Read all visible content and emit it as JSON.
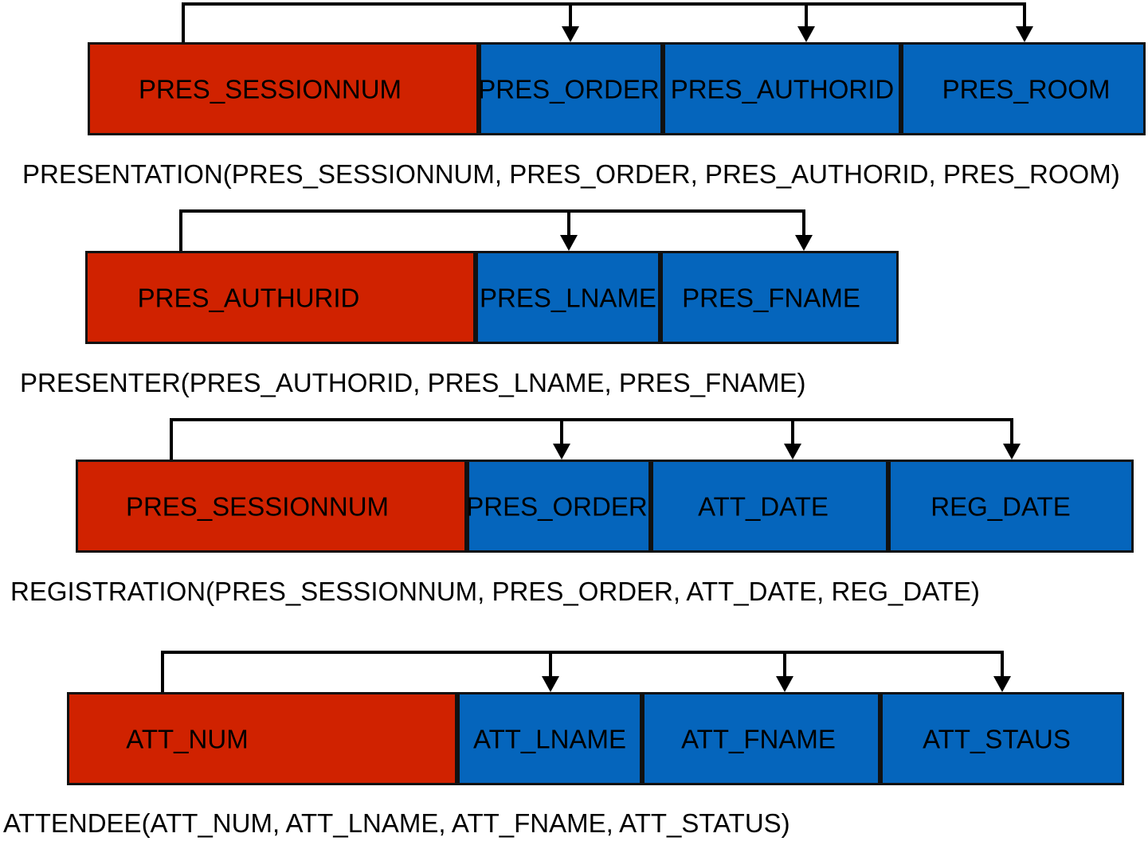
{
  "colors": {
    "key": "#D02200",
    "attribute": "#0565BC",
    "border": "#111111",
    "line": "#000000"
  },
  "relations": [
    {
      "name": "presentation",
      "cells": [
        {
          "label": "PRES_SESSIONNUM",
          "role": "key"
        },
        {
          "label": "PRES_ORDER",
          "role": "attribute"
        },
        {
          "label": "PRES_AUTHORID",
          "role": "attribute"
        },
        {
          "label": "PRES_ROOM",
          "role": "attribute"
        }
      ],
      "caption": "PRESENTATION(PRES_SESSIONNUM, PRES_ORDER, PRES_AUTHORID, PRES_ROOM)"
    },
    {
      "name": "presenter",
      "cells": [
        {
          "label": "PRES_AUTHURID",
          "role": "key"
        },
        {
          "label": "PRES_LNAME",
          "role": "attribute"
        },
        {
          "label": "PRES_FNAME",
          "role": "attribute"
        }
      ],
      "caption": "PRESENTER(PRES_AUTHORID, PRES_LNAME, PRES_FNAME)"
    },
    {
      "name": "registration",
      "cells": [
        {
          "label": "PRES_SESSIONNUM",
          "role": "key"
        },
        {
          "label": "PRES_ORDER",
          "role": "attribute"
        },
        {
          "label": "ATT_DATE",
          "role": "attribute"
        },
        {
          "label": "REG_DATE",
          "role": "attribute"
        }
      ],
      "caption": "REGISTRATION(PRES_SESSIONNUM, PRES_ORDER, ATT_DATE, REG_DATE)"
    },
    {
      "name": "attendee",
      "cells": [
        {
          "label": "ATT_NUM",
          "role": "key"
        },
        {
          "label": "ATT_LNAME",
          "role": "attribute"
        },
        {
          "label": "ATT_FNAME",
          "role": "attribute"
        },
        {
          "label": "ATT_STAUS",
          "role": "attribute"
        }
      ],
      "caption": "ATTENDEE(ATT_NUM, ATT_LNAME, ATT_FNAME, ATT_STATUS)"
    }
  ]
}
